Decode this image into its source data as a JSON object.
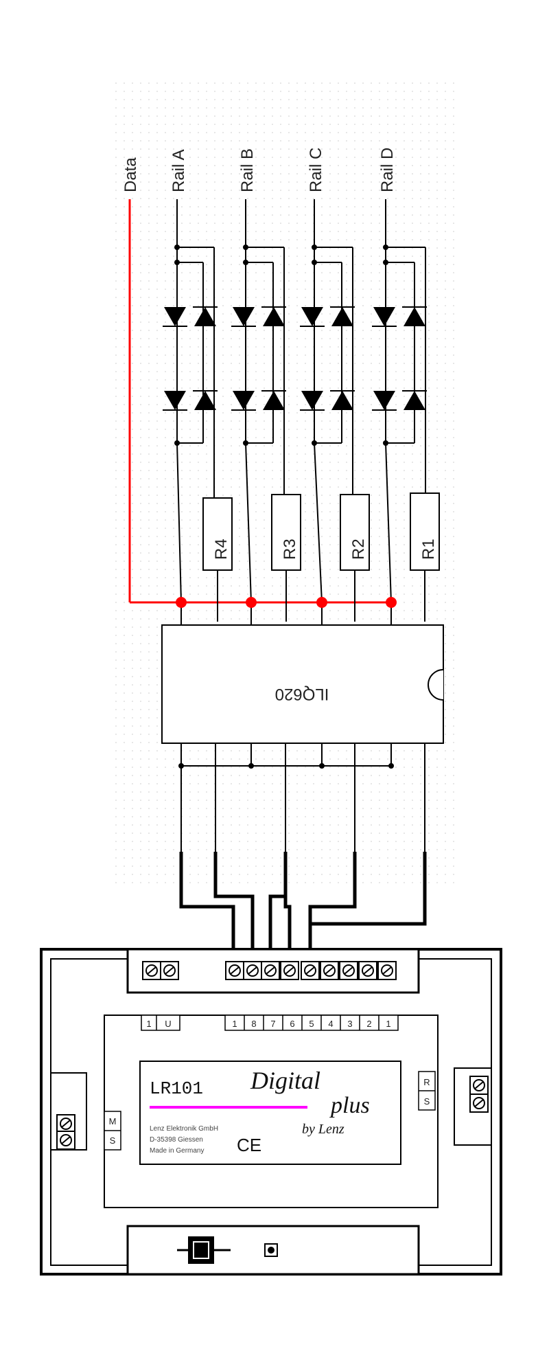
{
  "signals": {
    "data": "Data",
    "rail_a": "Rail A",
    "rail_b": "Rail B",
    "rail_c": "Rail C",
    "rail_d": "Rail D"
  },
  "resistors": [
    "R4",
    "R3",
    "R2",
    "R1"
  ],
  "ic": {
    "label": "ILQ620"
  },
  "module": {
    "name": "LR101",
    "brand_main": "Digital",
    "brand_sub": "plus",
    "brand_by": "by Lenz",
    "maker_line1": "Lenz Elektronik GmbH",
    "maker_line2": "D-35398 Giessen",
    "maker_line3": "Made in Germany",
    "ce": "CE",
    "terminal_labels_left": [
      "1",
      "U"
    ],
    "terminal_labels_main": [
      "1",
      "8",
      "7",
      "6",
      "5",
      "4",
      "3",
      "2",
      "1"
    ],
    "side_left_labels": [
      "M",
      "S"
    ],
    "side_right_labels": [
      "R",
      "S"
    ]
  },
  "colors": {
    "data_line": "#ff0000",
    "junction": "#ff0000",
    "wire": "#000000",
    "magenta_rule": "#ff00ff"
  }
}
